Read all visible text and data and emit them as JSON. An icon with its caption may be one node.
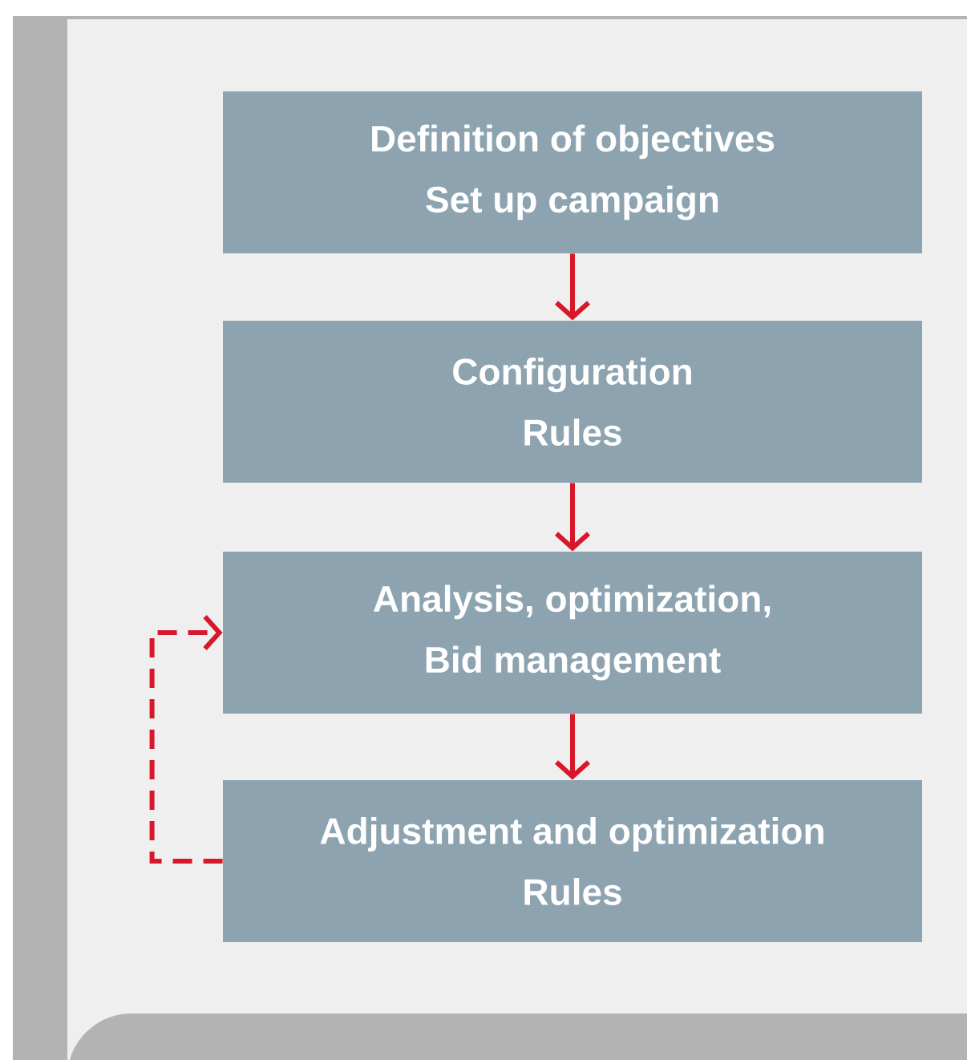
{
  "diagram": {
    "nodes": [
      {
        "text": [
          "Definition of objectives",
          "Set up campaign"
        ]
      },
      {
        "text": [
          "Configuration",
          "Rules"
        ]
      },
      {
        "text": [
          "Analysis, optimization,",
          "Bid management"
        ]
      },
      {
        "text": [
          "Adjustment and optimization",
          "Rules"
        ]
      }
    ],
    "edges": [
      {
        "from": 0,
        "to": 1,
        "arrow": "to"
      },
      {
        "from": 1,
        "to": 2,
        "arrow": "to"
      },
      {
        "from": 2,
        "to": 3,
        "arrow": "to"
      },
      {
        "from": 3,
        "to": 2,
        "arrow": "to",
        "style": "dashed"
      }
    ]
  }
}
